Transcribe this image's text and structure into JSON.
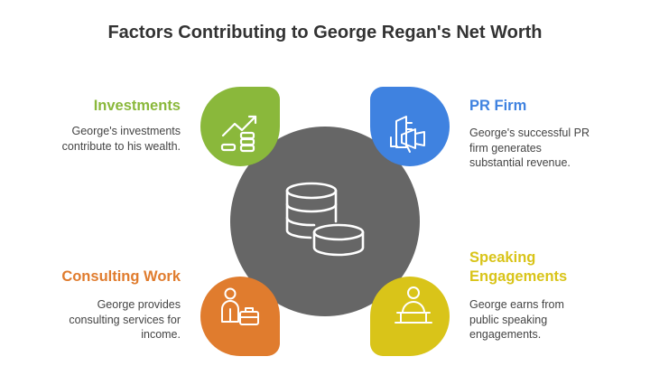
{
  "title": "Factors Contributing to George Regan's Net Worth",
  "center": {
    "icon": "coin-stack-icon",
    "color": "#666666"
  },
  "factors": [
    {
      "title": "Investments",
      "description_lines": [
        "George's investments",
        "contribute to his wealth."
      ],
      "icon": "investment-growth-icon",
      "color": "#8ab83b"
    },
    {
      "title": "PR Firm",
      "description_lines": [
        "George's successful PR",
        "firm generates",
        "substantial revenue."
      ],
      "icon": "pr-megaphone-icon",
      "color": "#3f82e0"
    },
    {
      "title": "Consulting Work",
      "description_lines": [
        "George provides",
        "consulting services for",
        "income."
      ],
      "icon": "consultant-briefcase-icon",
      "color": "#e07c2e"
    },
    {
      "title_lines": [
        "Speaking",
        "Engagements"
      ],
      "description_lines": [
        "George earns from",
        "public speaking",
        "engagements."
      ],
      "icon": "speaker-podium-icon",
      "color": "#d9c419"
    }
  ]
}
